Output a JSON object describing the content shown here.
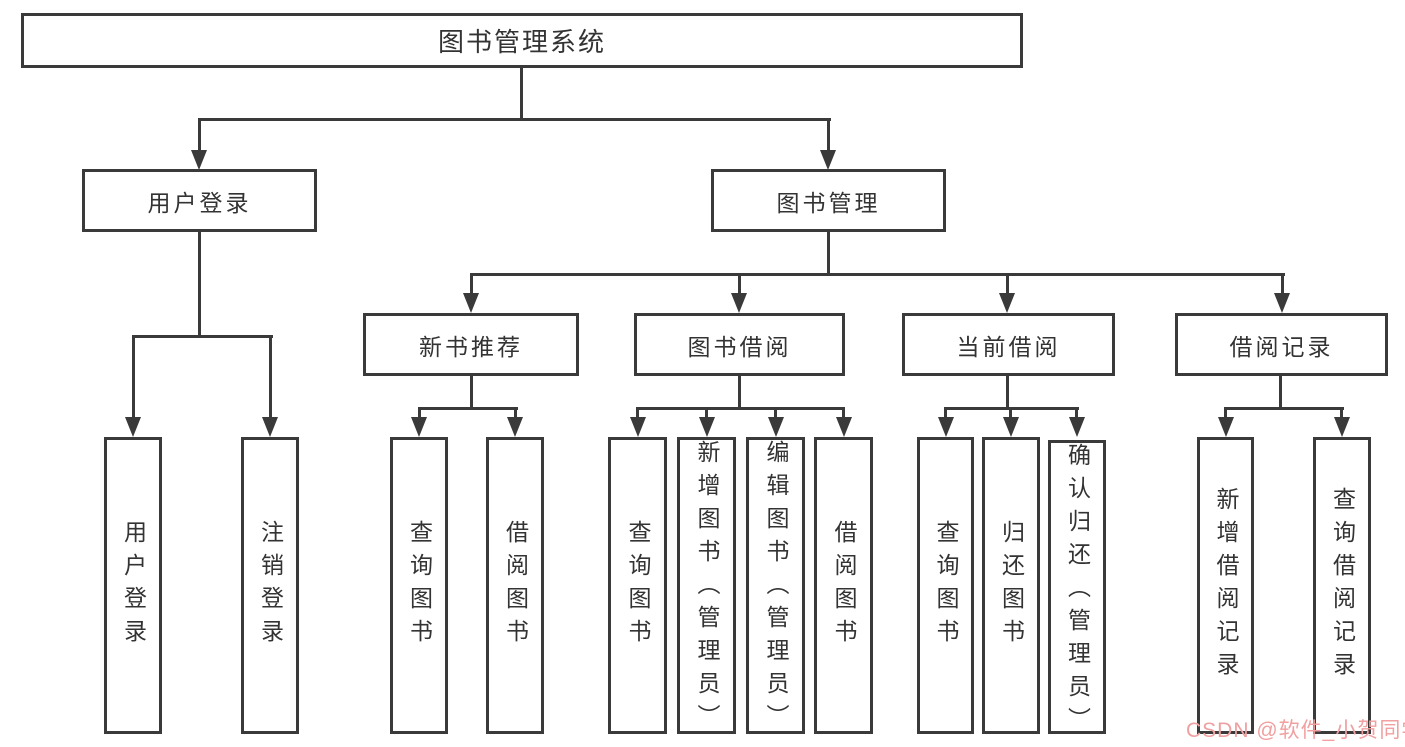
{
  "diagram": {
    "root": {
      "label": "图书管理系统"
    },
    "level2": [
      {
        "id": "user-login",
        "label": "用户登录"
      },
      {
        "id": "book-management",
        "label": "图书管理"
      }
    ],
    "level3": [
      {
        "id": "new-book-recommendation",
        "label": "新书推荐",
        "parent": "图书管理"
      },
      {
        "id": "book-borrowing",
        "label": "图书借阅",
        "parent": "图书管理"
      },
      {
        "id": "current-borrowing",
        "label": "当前借阅",
        "parent": "图书管理"
      },
      {
        "id": "borrowing-records",
        "label": "借阅记录",
        "parent": "图书管理"
      }
    ],
    "leaves": [
      {
        "label": "用户登录",
        "parent": "用户登录"
      },
      {
        "label": "注销登录",
        "parent": "用户登录"
      },
      {
        "label": "查询图书",
        "parent": "新书推荐"
      },
      {
        "label": "借阅图书",
        "parent": "新书推荐"
      },
      {
        "label": "查询图书",
        "parent": "图书借阅"
      },
      {
        "label": "新增图书（管理员）",
        "parent": "图书借阅"
      },
      {
        "label": "编辑图书（管理员）",
        "parent": "图书借阅"
      },
      {
        "label": "借阅图书",
        "parent": "图书借阅"
      },
      {
        "label": "查询图书",
        "parent": "当前借阅"
      },
      {
        "label": "归还图书",
        "parent": "当前借阅"
      },
      {
        "label": "确认归还（管理员）",
        "parent": "当前借阅"
      },
      {
        "label": "新增借阅记录",
        "parent": "借阅记录"
      },
      {
        "label": "查询借阅记录",
        "parent": "借阅记录"
      }
    ]
  },
  "watermark": {
    "text": "CSDN @软件_小贺同学"
  },
  "colors": {
    "line": "#3a3a3a",
    "text": "#333333",
    "background": "#ffffff",
    "watermark": "#f0a0a0"
  }
}
